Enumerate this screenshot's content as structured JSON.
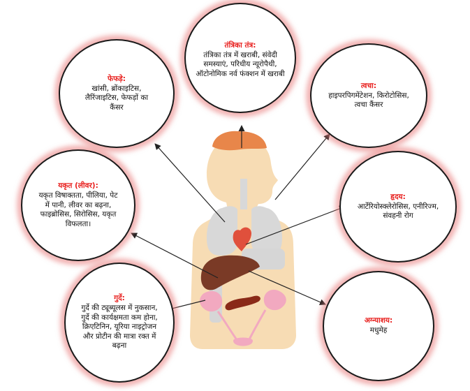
{
  "nodes": {
    "nervous": {
      "title": "तंत्रिका तंत्र:",
      "text": "तंत्रिका तंत्र में खराबी, संवेदी समस्याएं, परिधीय न्यूरोपैथी, ऑटोनोमिक नर्व फंक्शन में खराबी"
    },
    "lungs": {
      "title": "फेफड़े:",
      "text": "खांसी, ब्रोंकाइटिस, लैरिंजाइटिस, फेफड़ों का कैंसर"
    },
    "skin": {
      "title": "त्वचा:",
      "text": "हाइपरपिगमेंटेशन, किरोटोसिस, त्वचा कैंसर"
    },
    "liver": {
      "title": "यकृत (लीवर):",
      "text": "यकृत विषाक्तता, पीलिया, पेट में पानी, लीवर का बढ़ना, फाइब्रोसिस, सिरोसिस, यकृत विफलता।"
    },
    "heart": {
      "title": "हृदय:",
      "text": "आर्टेरियोस्क्लेरोसिस, एनीरिज्म, संवहनी रोग"
    },
    "kidney": {
      "title": "गुर्दे:",
      "text": "गुर्दे की ट्यूब्यूलस में नुकसान, गुर्दे की कार्यक्षमता कम होना, क्रिएटिनिन, यूरिया नाइट्रोजन और प्रोटीन की मात्रा रक्त में बढ़ना"
    },
    "pancreas": {
      "title": "अग्न्याशय:",
      "text": "मधुमेह"
    }
  },
  "colors": {
    "title": "#e8201e",
    "glow": "#e87878",
    "body_silhouette": "#f7dcb4",
    "brain": "#e8864a",
    "liver": "#7a3a26",
    "kidney": "#f2a9c0",
    "lungs": "#d5d5d5",
    "heart": "#e0503c"
  }
}
